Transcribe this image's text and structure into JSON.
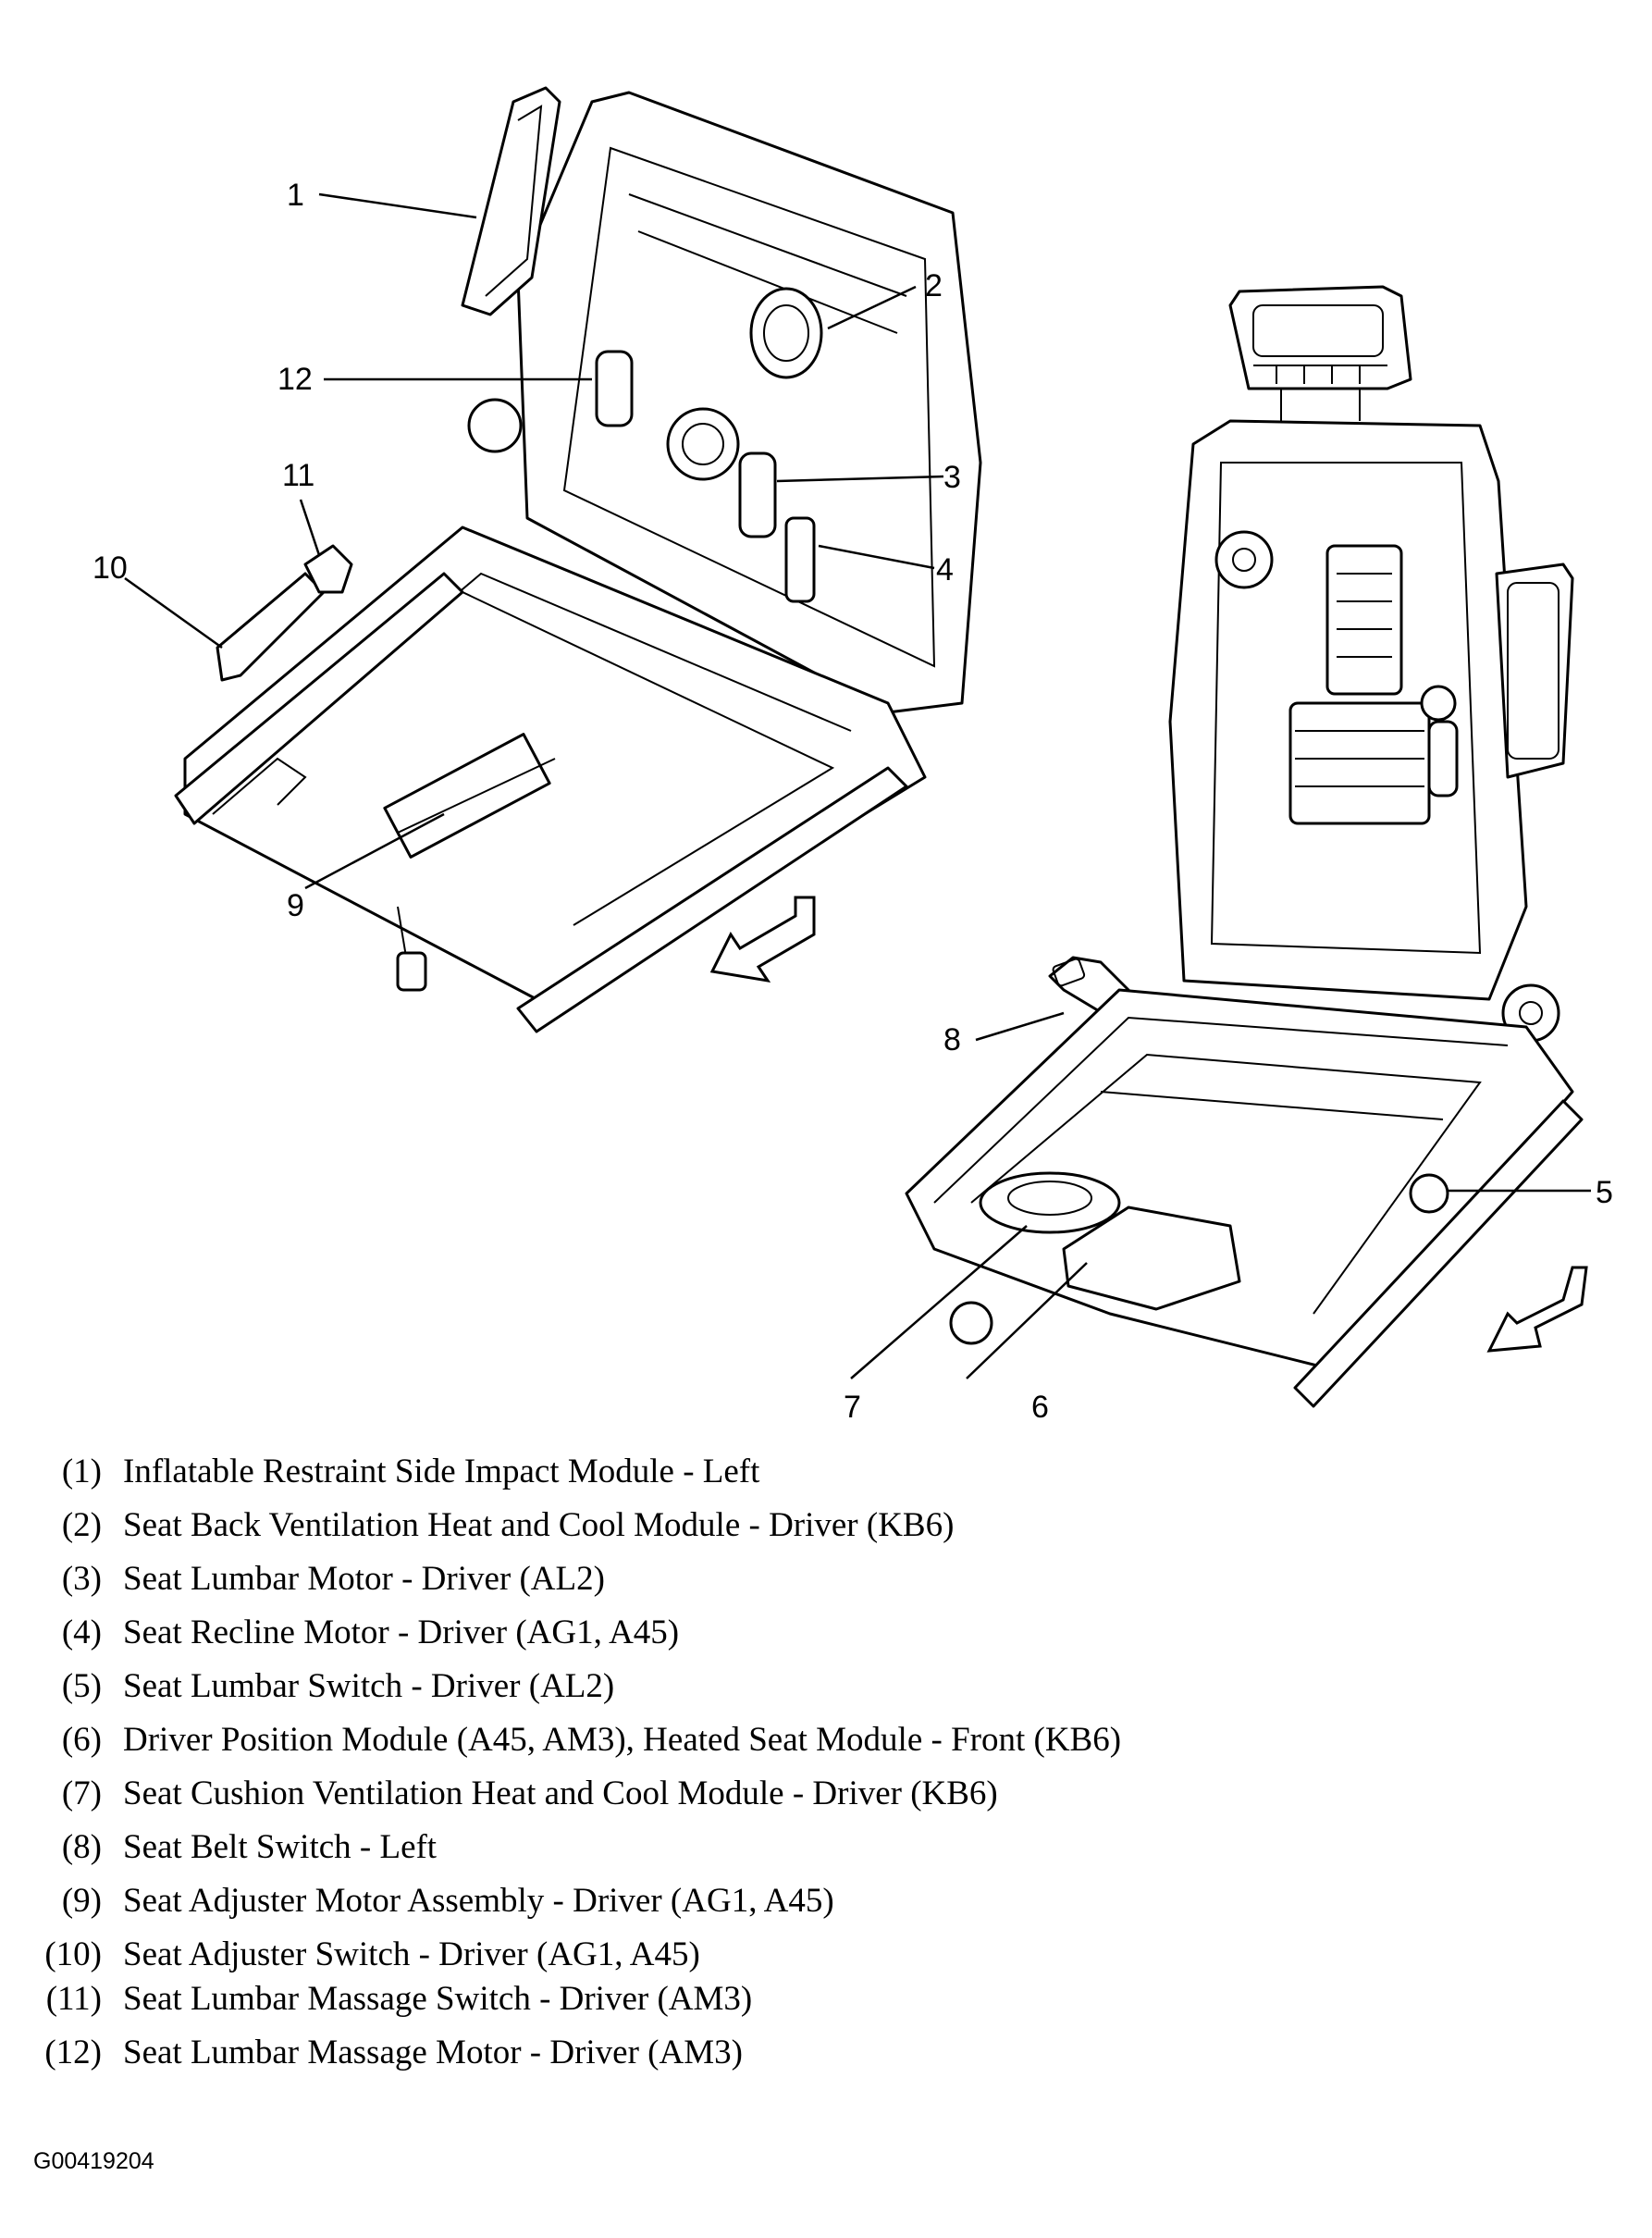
{
  "diagram": {
    "title": "Driver Seat Component Locator",
    "callouts": [
      {
        "id": "1",
        "label": "1"
      },
      {
        "id": "2",
        "label": "2"
      },
      {
        "id": "3",
        "label": "3"
      },
      {
        "id": "4",
        "label": "4"
      },
      {
        "id": "5",
        "label": "5"
      },
      {
        "id": "6",
        "label": "6"
      },
      {
        "id": "7",
        "label": "7"
      },
      {
        "id": "8",
        "label": "8"
      },
      {
        "id": "9",
        "label": "9"
      },
      {
        "id": "10",
        "label": "10"
      },
      {
        "id": "11",
        "label": "11"
      },
      {
        "id": "12",
        "label": "12"
      }
    ],
    "views": [
      "rear-view-seat-frame",
      "front-view-seat-frame"
    ],
    "direction_arrows": [
      "front-of-vehicle-arrow-left-view",
      "front-of-vehicle-arrow-right-view"
    ]
  },
  "legend": [
    {
      "num": "(1)",
      "text": "Inflatable Restraint Side Impact Module - Left"
    },
    {
      "num": "(2)",
      "text": "Seat Back Ventilation Heat and Cool Module - Driver (KB6)"
    },
    {
      "num": "(3)",
      "text": "Seat Lumbar Motor - Driver (AL2)"
    },
    {
      "num": "(4)",
      "text": "Seat Recline Motor - Driver (AG1, A45)"
    },
    {
      "num": "(5)",
      "text": "Seat Lumbar Switch - Driver (AL2)"
    },
    {
      "num": "(6)",
      "text": "Driver Position Module (A45, AM3), Heated Seat Module - Front (KB6)"
    },
    {
      "num": "(7)",
      "text": "Seat Cushion Ventilation Heat and Cool Module - Driver (KB6)"
    },
    {
      "num": "(8)",
      "text": "Seat Belt Switch - Left"
    },
    {
      "num": "(9)",
      "text": "Seat Adjuster Motor Assembly - Driver (AG1, A45)"
    },
    {
      "num": "(10)",
      "text": "Seat Adjuster Switch - Driver (AG1, A45)"
    },
    {
      "num": "(11)",
      "text": "Seat Lumbar Massage Switch - Driver (AM3)"
    },
    {
      "num": "(12)",
      "text": "Seat Lumbar Massage Motor - Driver (AM3)"
    }
  ],
  "figure_id": "G00419204"
}
